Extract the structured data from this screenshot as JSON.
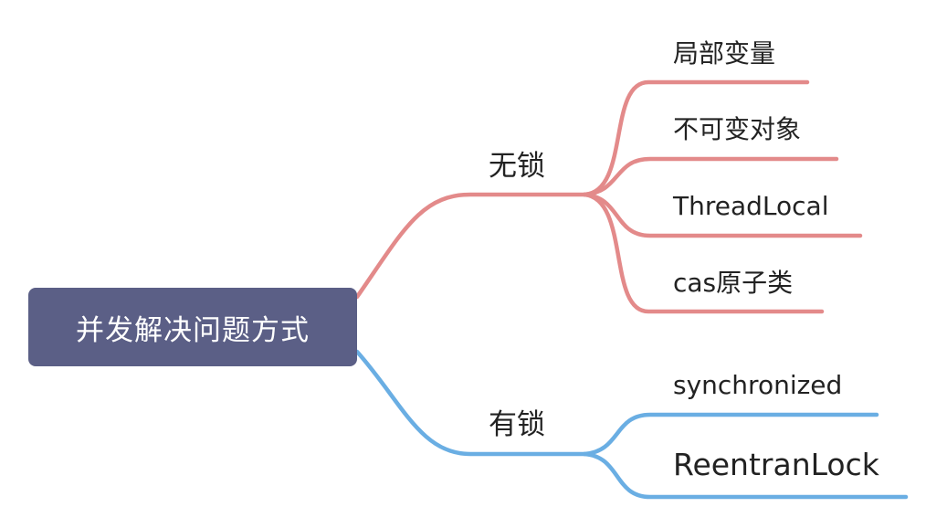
{
  "root": {
    "label": "并发解决问题方式"
  },
  "branches": [
    {
      "label": "无锁",
      "color": "#e38a8a",
      "children": [
        {
          "label": "局部变量"
        },
        {
          "label": "不可变对象"
        },
        {
          "label": "ThreadLocal"
        },
        {
          "label": "cas原子类"
        }
      ]
    },
    {
      "label": "有锁",
      "color": "#6aaee3",
      "children": [
        {
          "label": "synchronized"
        },
        {
          "label": "ReentranLock"
        }
      ]
    }
  ]
}
